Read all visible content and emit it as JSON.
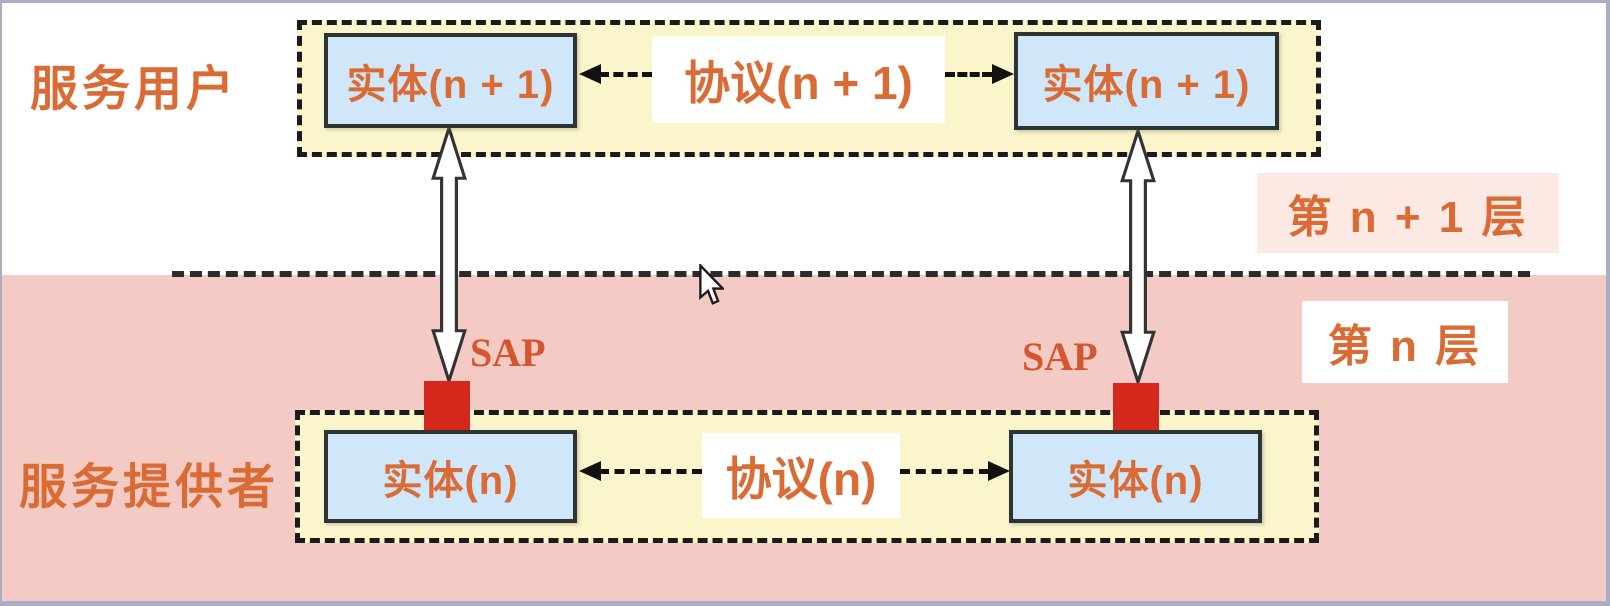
{
  "diagram": {
    "service_user_label": "服务用户",
    "service_provider_label": "服务提供者",
    "layer_upper_label": "第 n + 1 层",
    "layer_lower_label": "第 n 层",
    "sap_left_label": "SAP",
    "sap_right_label": "SAP",
    "upper": {
      "entity_left": "实体(n + 1)",
      "entity_right": "实体(n + 1)",
      "protocol": "协议(n + 1)"
    },
    "lower": {
      "entity_left": "实体(n)",
      "entity_right": "实体(n)",
      "protocol": "协议(n)"
    }
  },
  "colors": {
    "lower_layer_band": "#f4cbc4",
    "protocol_box_fill": "#fbf5cc",
    "entity_fill": "#cfe7f8",
    "entity_border": "#2e3436",
    "sap_square": "#d5281c",
    "orange_text": "#db6b35",
    "sap_text": "#d4552e",
    "layer_upper_label_bg": "#fce9e3",
    "layer_lower_label_bg": "#ffffff",
    "frame_border": "#a9aec5",
    "dashed_lines": "#1b1b1b"
  }
}
